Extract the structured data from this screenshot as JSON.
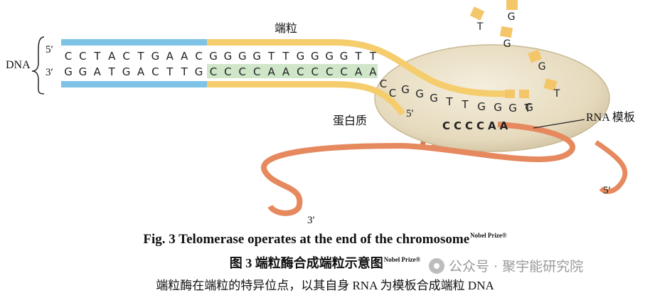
{
  "labels": {
    "dna": "DNA",
    "five_prime_top": "5′",
    "three_prime_left": "3′",
    "telomere": "端粒",
    "protein": "蛋白质",
    "five_prime_strand": "5′",
    "rna_template": "RNA 模板",
    "three_prime_bottom": "3′",
    "five_prime_right": "5′"
  },
  "sequences": {
    "top_strand_blue": [
      "C",
      "C",
      "T",
      "A",
      "C",
      "T",
      "G",
      "A",
      "A",
      "C"
    ],
    "top_strand_yellow": [
      "G",
      "G",
      "G",
      "G",
      "T",
      "T",
      "G",
      "G",
      "G",
      "G",
      "T",
      "T"
    ],
    "bottom_strand_blue": [
      "G",
      "G",
      "A",
      "T",
      "G",
      "A",
      "C",
      "T",
      "T",
      "G"
    ],
    "bottom_strand_green": [
      "C",
      "C",
      "C",
      "C",
      "A",
      "A",
      "C",
      "C",
      "C",
      "C",
      "A",
      "A"
    ],
    "overhang": [
      "G",
      "G",
      "G",
      "T",
      "T",
      "G",
      "G",
      "G",
      "G",
      "T"
    ],
    "rna_template": "CCCCAA",
    "bottom_curve_bases": [
      "C",
      "C"
    ]
  },
  "free_nucleotides": [
    "T",
    "G",
    "G",
    "G",
    "T"
  ],
  "captions": {
    "english": "Fig. 3  Telomerase operates at the end of the chromosome",
    "english_source": "Nobel Prize",
    "english_mark": "®",
    "chinese": "图 3  端粒酶合成端粒示意图",
    "chinese_source": "Nobel Prize",
    "chinese_mark": "®",
    "note": "端粒酶在端粒的特异位点，以其自身 RNA 为模板合成端粒 DNA"
  },
  "watermark": {
    "text": "公众号 · 聚宇能研究院"
  },
  "colors": {
    "blue_strand": "#7ec3e6",
    "yellow_strand": "#f5cd6d",
    "green_strand": "#cfe6c9",
    "enzyme_fill": "#ede3cc",
    "rna_ribbon": "#e6895f",
    "nucleotide": "#f4c66a"
  }
}
